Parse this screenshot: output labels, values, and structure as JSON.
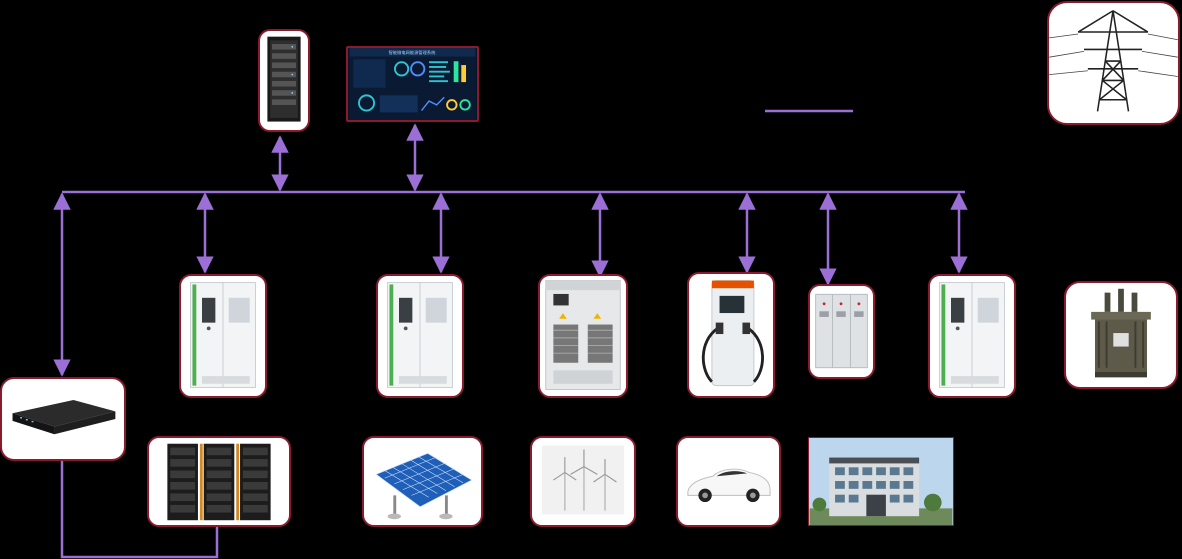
{
  "diagram": {
    "colors": {
      "background": "#000000",
      "connector": "#9b6fd6",
      "node_border": "#8b1a2e"
    },
    "dashboard": {
      "title": "智能微电网能源管理系统"
    },
    "nodes": [
      {
        "id": "server-rack",
        "icon": "server-rack-icon"
      },
      {
        "id": "ems-dashboard",
        "icon": "monitor-dashboard-icon"
      },
      {
        "id": "power-tower",
        "icon": "transmission-tower-icon"
      },
      {
        "id": "pcs-cabinet-1",
        "icon": "power-cabinet-icon"
      },
      {
        "id": "pcs-cabinet-2",
        "icon": "power-cabinet-icon"
      },
      {
        "id": "inverter-cabinet",
        "icon": "inverter-cabinet-icon"
      },
      {
        "id": "ev-charger",
        "icon": "ev-charger-icon"
      },
      {
        "id": "distribution-cabinet",
        "icon": "distribution-cabinet-icon"
      },
      {
        "id": "pcs-cabinet-3",
        "icon": "power-cabinet-icon"
      },
      {
        "id": "transformer",
        "icon": "transformer-icon"
      },
      {
        "id": "gateway",
        "icon": "gateway-device-icon"
      },
      {
        "id": "battery-storage",
        "icon": "battery-rack-icon"
      },
      {
        "id": "solar-panel",
        "icon": "solar-panel-icon"
      },
      {
        "id": "wind-turbines",
        "icon": "wind-turbine-icon"
      },
      {
        "id": "electric-vehicle",
        "icon": "electric-car-icon"
      },
      {
        "id": "building-load",
        "icon": "building-icon"
      }
    ]
  }
}
